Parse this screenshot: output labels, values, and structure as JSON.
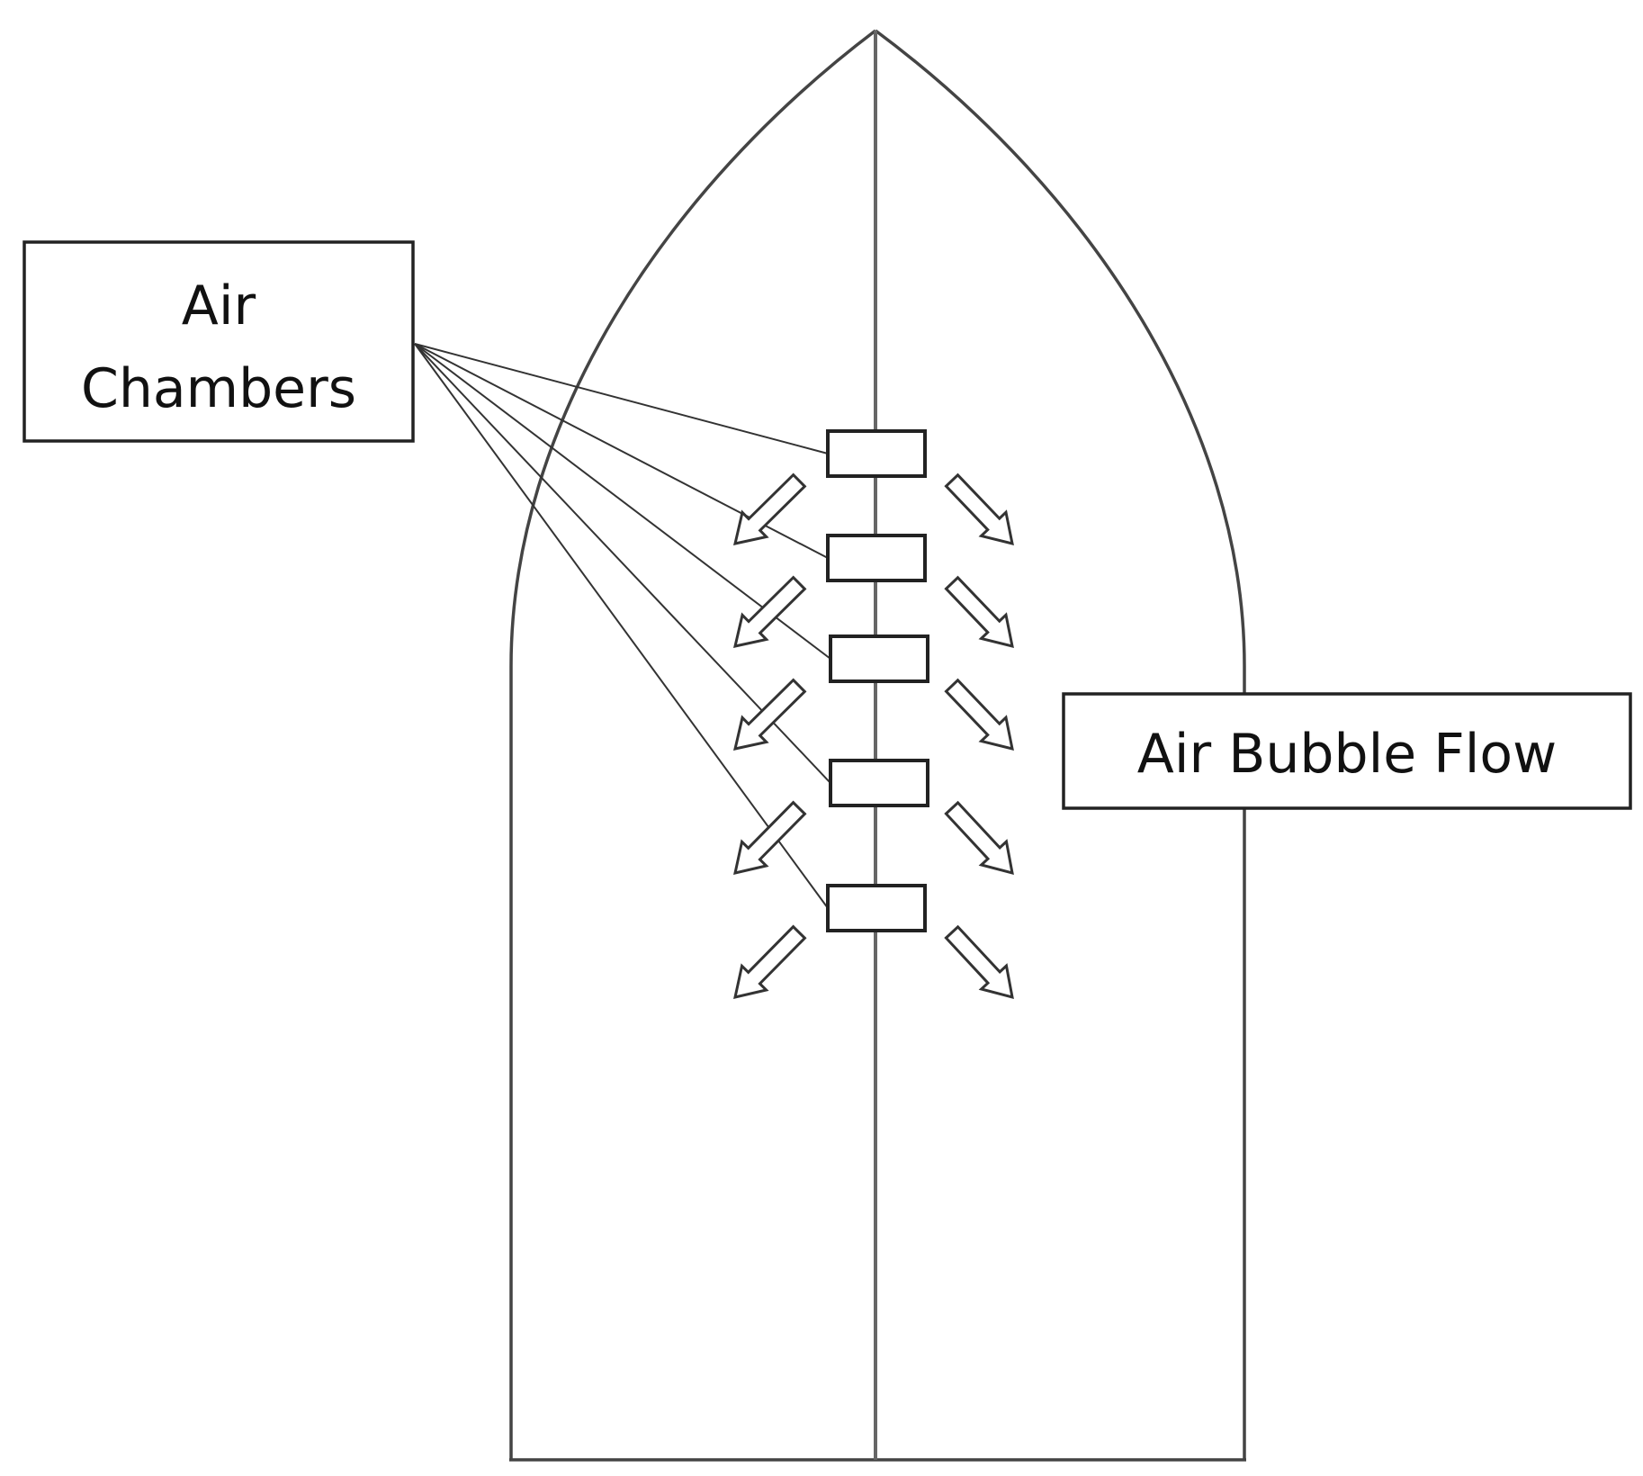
{
  "labels": {
    "air_chambers_line1": "Air",
    "air_chambers_line2": "Chambers",
    "air_bubble_flow": "Air Bubble Flow"
  },
  "diagram": {
    "chamber_count": 5,
    "bubble_arrow_rows": 5,
    "colors": {
      "stroke": "#3a3a3a",
      "box_fill": "#ffffff",
      "background": "#ffffff"
    }
  }
}
